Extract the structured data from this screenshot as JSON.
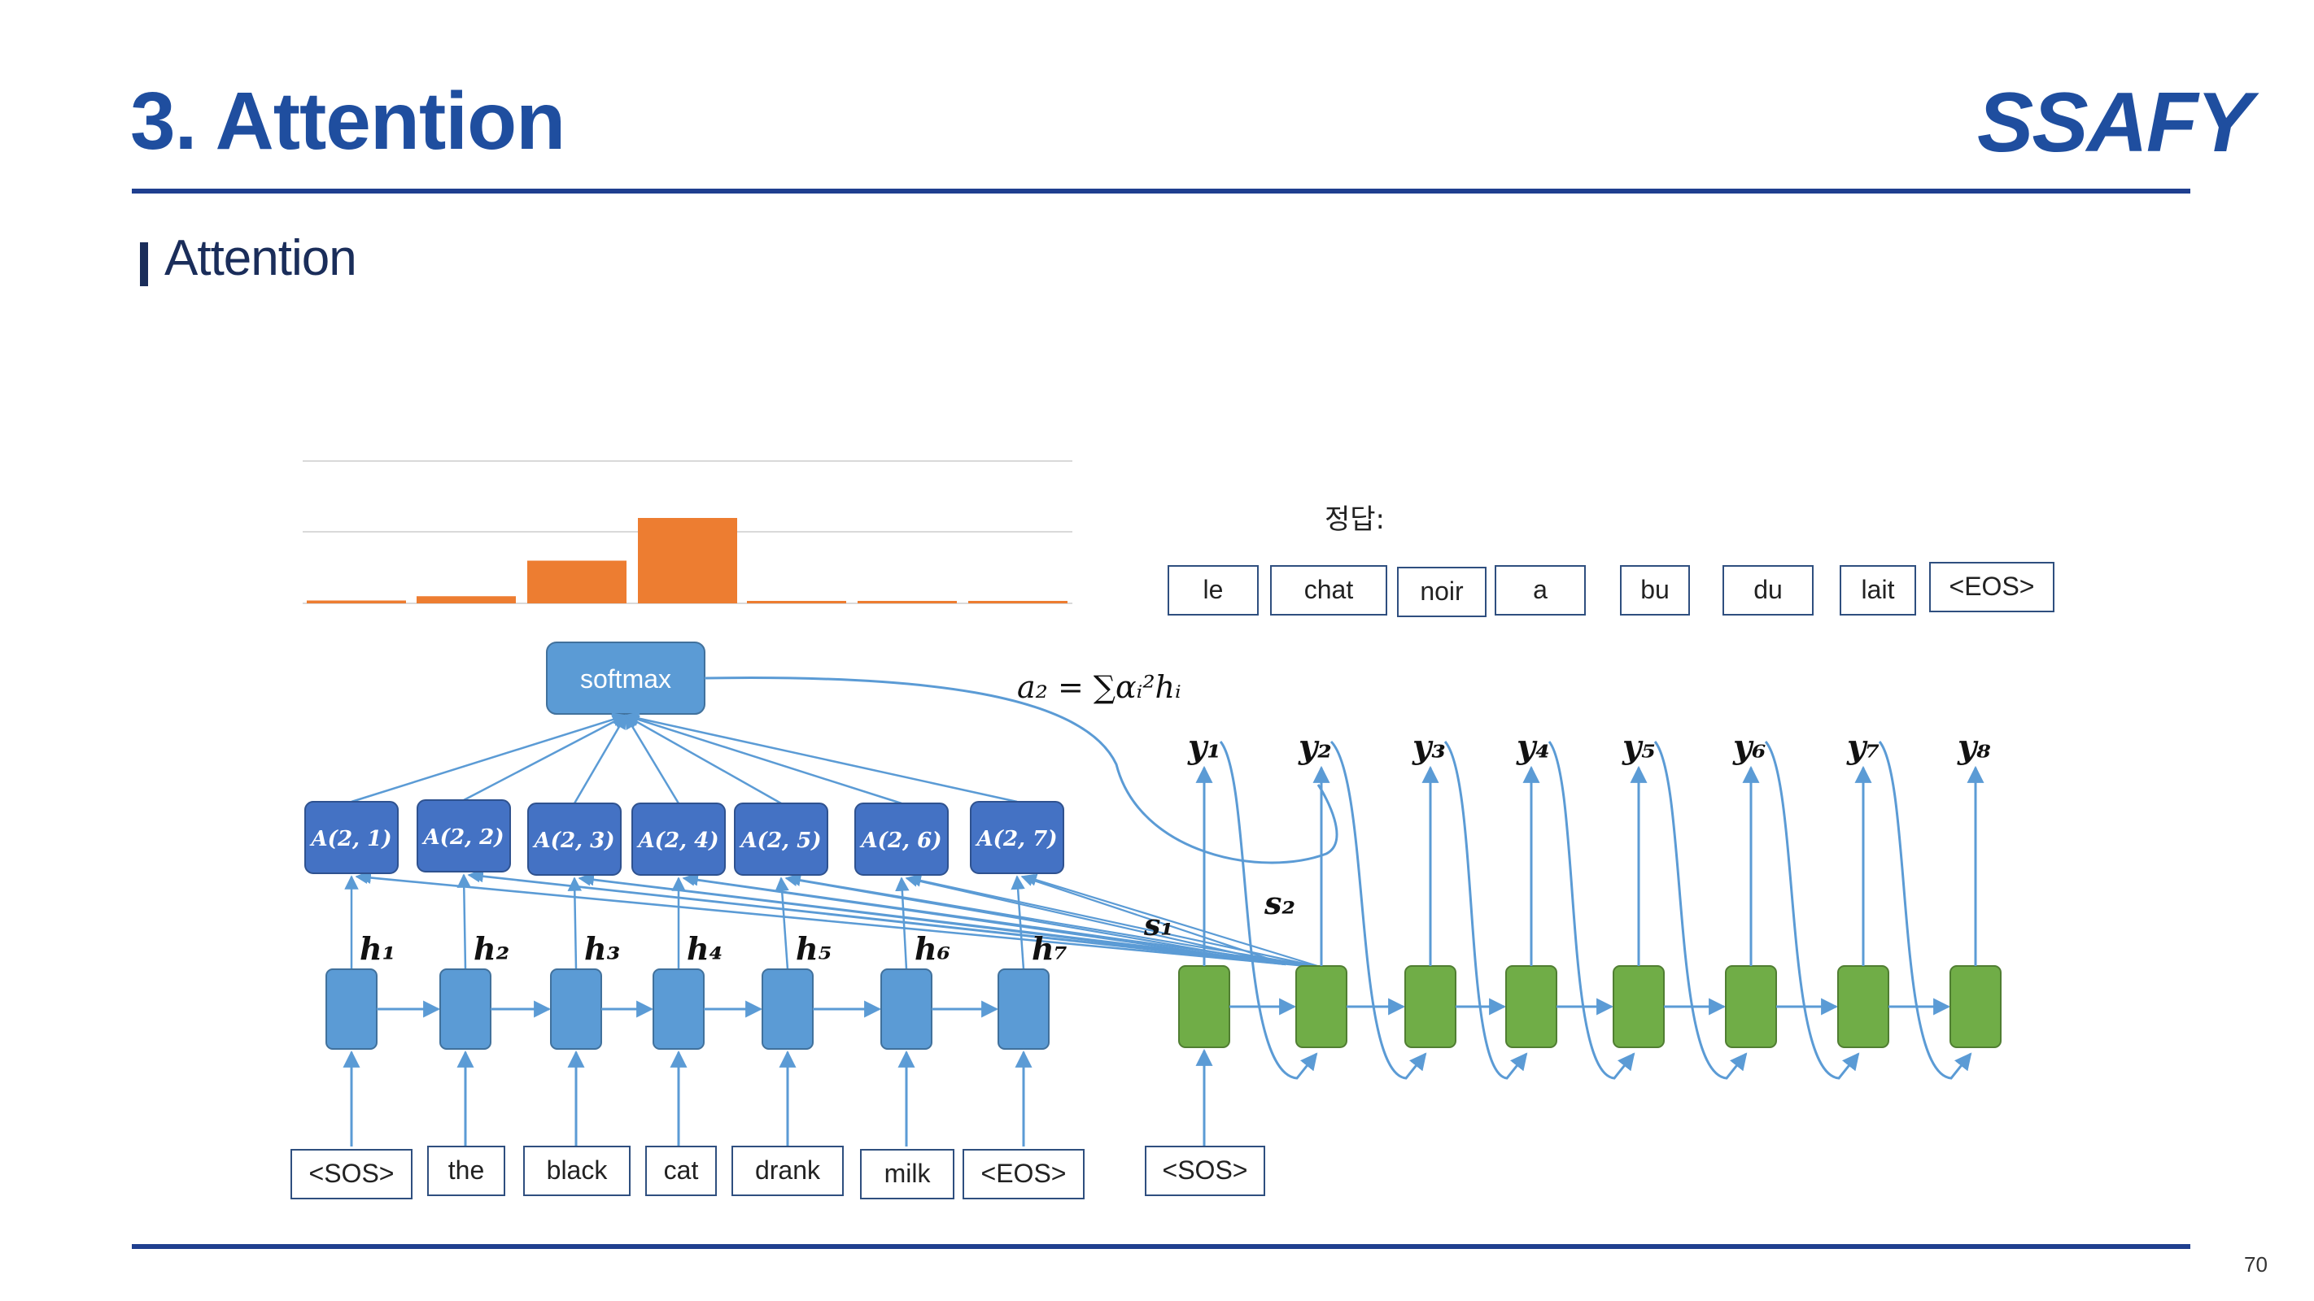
{
  "slide": {
    "title": "3. Attention",
    "logo": "SSAFY",
    "subtitle": "Attention",
    "page_number": "70"
  },
  "diagram": {
    "answer_label": "정답:",
    "answer_tokens": [
      "le",
      "chat",
      "noir",
      "a",
      "bu",
      "du",
      "lait",
      "<EOS>"
    ],
    "softmax_label": "softmax",
    "formula": "a₂ = ∑αᵢ²hᵢ",
    "attention_boxes": [
      "A(2, 1)",
      "A(2, 2)",
      "A(2, 3)",
      "A(2, 4)",
      "A(2, 5)",
      "A(2, 6)",
      "A(2, 7)"
    ],
    "encoder_hidden_labels": [
      "h₁",
      "h₂",
      "h₃",
      "h₄",
      "h₅",
      "h₆",
      "h₇"
    ],
    "encoder_inputs": [
      "<SOS>",
      "the",
      "black",
      "cat",
      "drank",
      "milk",
      "<EOS>"
    ],
    "decoder_input": "<SOS>",
    "decoder_state_labels": [
      "s₁",
      "s₂"
    ],
    "decoder_outputs": [
      "y₁",
      "y₂",
      "y₃",
      "y₄",
      "y₅",
      "y₆",
      "y₇",
      "y₈"
    ],
    "attention_weights": [
      0.02,
      0.05,
      0.3,
      0.6,
      0.01,
      0.01,
      0.01
    ],
    "colors": {
      "encoder": "#5b9bd5",
      "attention_box": "#4472c4",
      "decoder": "#70ad47",
      "bar": "#ed7d31",
      "arrow": "#5b9bd5"
    }
  }
}
